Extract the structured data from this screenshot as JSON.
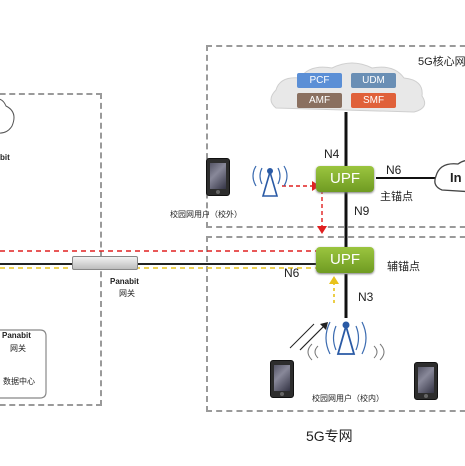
{
  "core": {
    "title": "5G核心网",
    "nf": [
      {
        "label": "PCF",
        "color": "#5b8fd6"
      },
      {
        "label": "UDM",
        "color": "#6a8fb5"
      },
      {
        "label": "AMF",
        "color": "#8a7060"
      },
      {
        "label": "SMF",
        "color": "#e0613a"
      }
    ]
  },
  "upf_main": {
    "label": "UPF",
    "role": "主锚点"
  },
  "upf_aux": {
    "label": "UPF",
    "role": "辅锚点"
  },
  "interfaces": {
    "n4": "N4",
    "n6_top": "N6",
    "n9": "N9",
    "n6_bottom": "N6",
    "n3": "N3"
  },
  "internet_label": "In",
  "users_offcampus": "校园网用户（校外）",
  "users_oncampus": "校园网用户（校内）",
  "private_net": "5G专网",
  "panabit_gw": {
    "name": "Panabit",
    "sub": "网关"
  },
  "left_panabit": {
    "name": "Panabit",
    "sub": "网关"
  },
  "left_dc": "数据中心",
  "left_bit": "bit",
  "colors": {
    "upf": "#7fae2e",
    "red_dash": "#e02020",
    "yellow_dash": "#e8c21c",
    "zone_border": "#9a9a9a"
  }
}
